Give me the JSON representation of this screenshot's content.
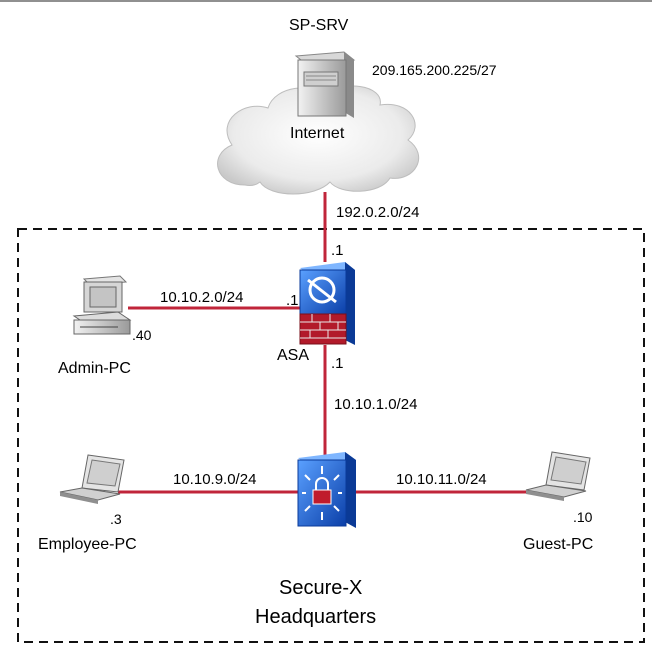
{
  "nodes": {
    "server": {
      "name": "SP-SRV",
      "ip": "209.165.200.225/27"
    },
    "internet": {
      "name": "Internet"
    },
    "asa": {
      "name": "ASA",
      "outside_ip_suffix": ".1",
      "inside_ip_suffix": ".1",
      "admin_ip_suffix": ".1"
    },
    "admin_pc": {
      "name": "Admin-PC",
      "ip_suffix": ".40"
    },
    "employee_pc": {
      "name": "Employee-PC",
      "ip_suffix": ".3"
    },
    "guest_pc": {
      "name": "Guest-PC",
      "ip_suffix": ".10"
    }
  },
  "links": {
    "internet_asa": "192.0.2.0/24",
    "admin_asa": "10.10.2.0/24",
    "asa_switch": "10.10.1.0/24",
    "employee_switch": "10.10.9.0/24",
    "switch_guest": "10.10.11.0/24"
  },
  "zone": {
    "line1": "Secure-X",
    "line2": "Headquarters"
  },
  "colors": {
    "link": "#c0253a",
    "device_blue": "#1a5fd0",
    "firewall_red": "#b21a2a",
    "cloud": "#e6e6e6"
  }
}
